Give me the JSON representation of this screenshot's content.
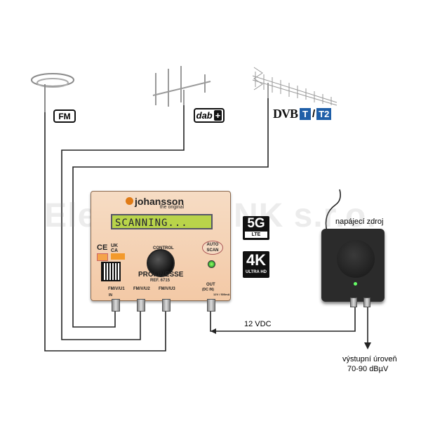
{
  "watermark": "Elektro BRINK s.r.o.",
  "antennas": {
    "fm_label": "FM",
    "dab_label": "dab",
    "dab_plus": "+",
    "dvb_prefix": "DVB",
    "dvb_t": "T",
    "dvb_sep": "/",
    "dvb_t2": "T2"
  },
  "amplifier": {
    "brand": "johansson",
    "brand_tagline": "the original",
    "display_text": "SCANNING...",
    "control_label": "CONTROL",
    "auto_scan_top": "AUTO",
    "auto_scan_bottom": "SCAN",
    "model": "PROFINESSE",
    "ref": "REF. 6715",
    "ce": "CE",
    "uk_ca": "UK CA",
    "ports": [
      "FM/V/U1",
      "FM/V/U2",
      "FM/V/U3"
    ],
    "out_label": "OUT",
    "out_sub": "(DC IN)",
    "out_power": "12V / 500mA",
    "in_label": "IN"
  },
  "badges": {
    "five_g": "5G",
    "lte": "LTE",
    "four_k": "4K",
    "ultra_hd": "ULTRA HD"
  },
  "power_supply": {
    "label": "napájecí zdroj",
    "voltage_label": "12 VDC",
    "output_level_label": "výstupní úroveň",
    "output_level_value": "70-90 dBµV"
  },
  "colors": {
    "wire": "#222222",
    "amp_body": "#f3c9a6",
    "lcd": "#b9d44a",
    "dvb_blue": "#1f5fa8"
  }
}
